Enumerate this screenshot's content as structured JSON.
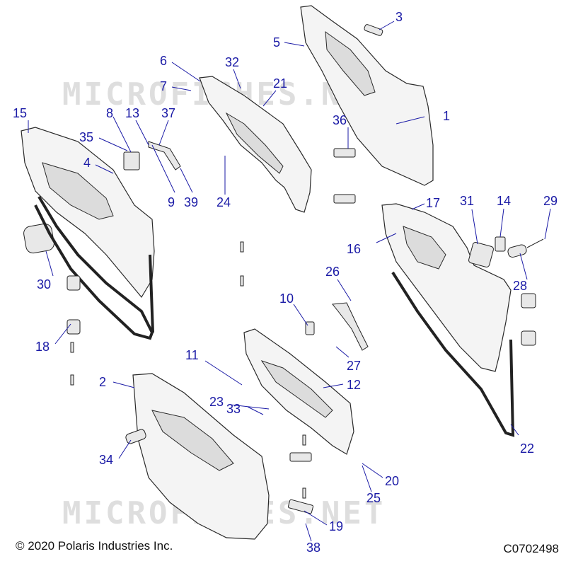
{
  "watermarks": [
    "MICROFICHES.NET",
    "MICROFICHES.NET"
  ],
  "callouts": [
    "1",
    "2",
    "3",
    "4",
    "5",
    "6",
    "7",
    "8",
    "9",
    "10",
    "11",
    "12",
    "13",
    "14",
    "15",
    "16",
    "17",
    "18",
    "19",
    "20",
    "21",
    "22",
    "23",
    "24",
    "25",
    "26",
    "27",
    "28",
    "29",
    "30",
    "31",
    "32",
    "33",
    "34",
    "35",
    "36",
    "37",
    "38",
    "39"
  ],
  "footer": {
    "copyright": "© 2020 Polaris Industries Inc.",
    "reference_code": "C0702498"
  }
}
